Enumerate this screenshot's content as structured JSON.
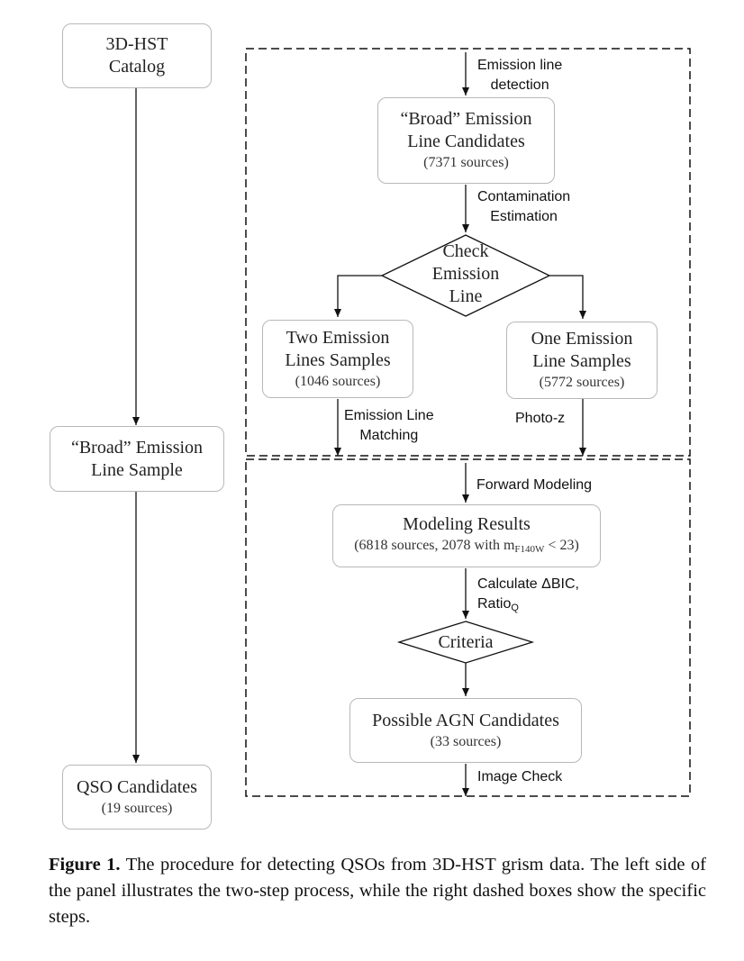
{
  "left_column": {
    "catalog": {
      "line1": "3D-HST",
      "line2": "Catalog"
    },
    "broad_sample": {
      "line1": "“Broad” Emission",
      "line2": "Line Sample"
    },
    "qso": {
      "title": "QSO Candidates",
      "count": "(19 sources)"
    }
  },
  "step1": {
    "label_detection_1": "Emission line",
    "label_detection_2": "detection",
    "broad_candidates": {
      "line1": "“Broad” Emission",
      "line2": "Line Candidates",
      "count": "(7371 sources)"
    },
    "label_contam_1": "Contamination",
    "label_contam_2": "Estimation",
    "check": {
      "line1": "Check",
      "line2": "Emission",
      "line3": "Line"
    },
    "two_lines": {
      "line1": "Two Emission",
      "line2": "Lines Samples",
      "count": "(1046 sources)"
    },
    "one_line": {
      "line1": "One Emission",
      "line2": "Line Samples",
      "count": "(5772 sources)"
    },
    "label_matching_1": "Emission Line",
    "label_matching_2": "Matching",
    "label_photoz": "Photo-z"
  },
  "step2": {
    "label_forward": "Forward Modeling",
    "modeling": {
      "title": "Modeling Results",
      "count_prefix": "(6818 sources, 2078 with m",
      "count_sub": "F140W",
      "count_suffix": " < 23)"
    },
    "label_calc_1": "Calculate ΔBIC,",
    "label_calc_2": "Ratio",
    "label_calc_sub": "Q",
    "criteria": "Criteria",
    "agn": {
      "title": "Possible AGN Candidates",
      "count": "(33 sources)"
    },
    "label_image": "Image Check"
  },
  "caption": {
    "lead": "Figure 1.",
    "text": " The procedure for detecting QSOs from 3D-HST grism data. The left side of the panel illustrates the two-step process, while the right dashed boxes show the specific steps."
  }
}
